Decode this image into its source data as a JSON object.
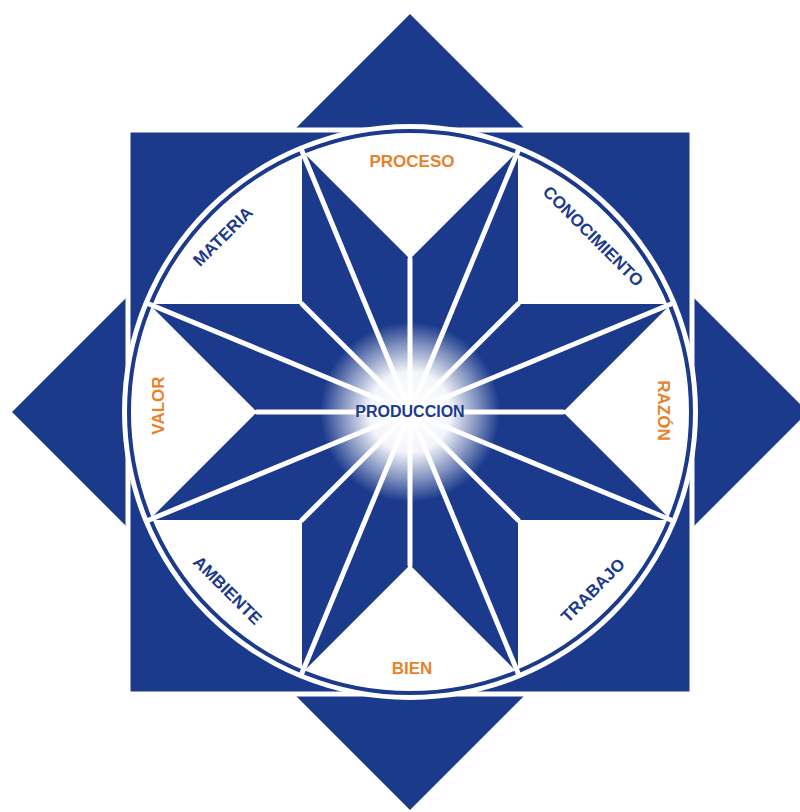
{
  "diagram": {
    "nodes": [
      {
        "text": [
          "PRODUCCION"
        ]
      }
    ],
    "labels": [
      "PROCESO",
      "MATERIA",
      "CONOCIMIENTO",
      "VALOR",
      "RAZÓN",
      "AMBIENTE",
      "TRABAJO",
      "BIEN"
    ]
  }
}
